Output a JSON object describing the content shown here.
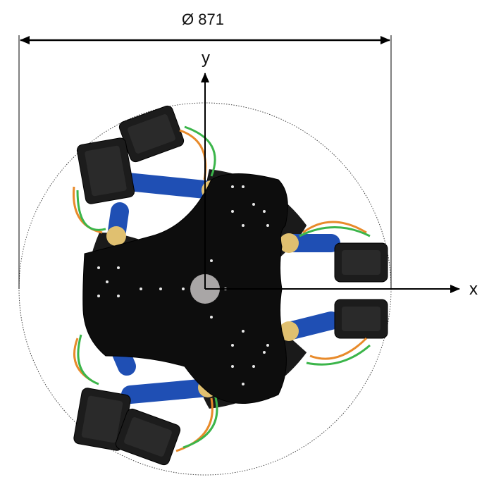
{
  "diagram": {
    "diameter_label": "Ø 871",
    "x_axis_label": "x",
    "y_axis_label": "y"
  },
  "colors": {
    "plate": "#0d0d0d",
    "motor": "#1c1c1c",
    "leg": "#1f4fb4",
    "joint": "#e0c070",
    "wire_orange": "#e88a2a",
    "wire_green": "#3bb54a",
    "center_disc": "#a9a6a6",
    "ink": "#000000"
  }
}
